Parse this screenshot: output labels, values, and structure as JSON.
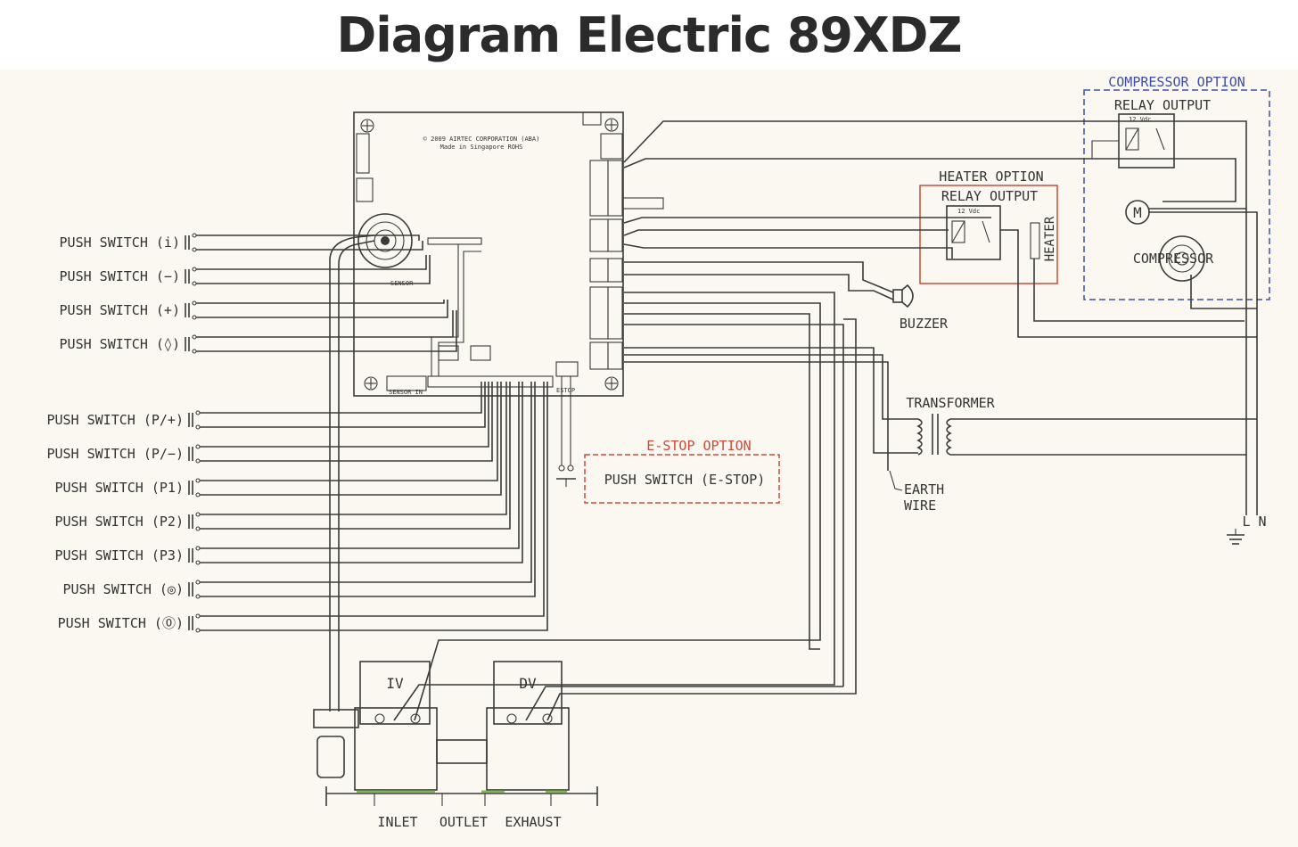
{
  "title": "Diagram Electric 89XDZ",
  "switches_left": [
    "PUSH SWITCH (i)",
    "PUSH SWITCH (−)",
    "PUSH SWITCH (+)",
    "PUSH SWITCH (◊)",
    "PUSH SWITCH (P/+)",
    "PUSH SWITCH (P/−)",
    "PUSH SWITCH (P1)",
    "PUSH SWITCH (P2)",
    "PUSH SWITCH (P3)",
    "PUSH SWITCH (◎)",
    "PUSH SWITCH (⓪)"
  ],
  "board": {
    "copyright_line1": "© 2009 AIRTEC CORPORATION (ABA)",
    "copyright_line2": "Made in Singapore ROHS",
    "sensor": "SENSOR",
    "sensor_in": "SENSOR IN",
    "estop": "ESTOP"
  },
  "compressor_option": {
    "title": "COMPRESSOR OPTION",
    "relay": "RELAY OUTPUT",
    "vdc": "12 Vdc",
    "motor": "M",
    "compressor": "COMPRESSOR"
  },
  "heater_option": {
    "title": "HEATER OPTION",
    "relay": "RELAY OUTPUT",
    "vdc": "12 Vdc",
    "heater": "HEATER"
  },
  "buzzer": "BUZZER",
  "transformer": "TRANSFORMER",
  "earth_wire": [
    "EARTH",
    "WIRE"
  ],
  "estop_option": {
    "title": "E-STOP OPTION",
    "switch": "PUSH SWITCH (E-STOP)"
  },
  "mains": {
    "l": "L",
    "n": "N"
  },
  "valves": {
    "iv": "IV",
    "dv": "DV"
  },
  "ports": {
    "inlet": "INLET",
    "outlet": "OUTLET",
    "exhaust": "EXHAUST"
  },
  "colors": {
    "line": "#3a3a3a",
    "background": "#fbf8f1",
    "option_red": "#cc4a3a",
    "option_blue": "#3d4fa8",
    "title": "#2b2b2b"
  }
}
